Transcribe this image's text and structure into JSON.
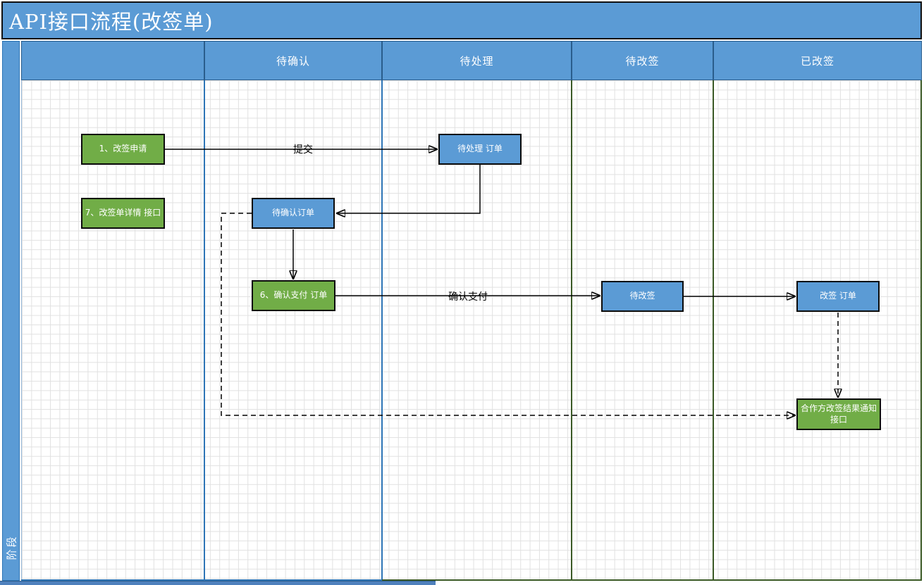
{
  "title": "API接口流程(改签单)",
  "phase_label": "阶段",
  "lanes": [
    {
      "label": ""
    },
    {
      "label": "待确认"
    },
    {
      "label": "待处理"
    },
    {
      "label": "待改签"
    },
    {
      "label": "已改签"
    }
  ],
  "nodes": [
    {
      "id": "rebook-request",
      "label": "1、改签申请",
      "type": "green"
    },
    {
      "id": "rebook-detail-api",
      "label": "7、改签单详情 接口",
      "type": "green"
    },
    {
      "id": "order-to-confirm",
      "label": "待确认订单",
      "type": "blue"
    },
    {
      "id": "order-pending",
      "label": "待处理 订单",
      "type": "blue"
    },
    {
      "id": "confirm-pay-order",
      "label": "6、确认支付 订单",
      "type": "green"
    },
    {
      "id": "rebook-waiting",
      "label": "待改签",
      "type": "blue"
    },
    {
      "id": "rebook-order",
      "label": "改签 订单",
      "type": "blue"
    },
    {
      "id": "partner-notify-api",
      "label": "合作方改签结果通知接口",
      "type": "green"
    }
  ],
  "edges": [
    {
      "from": "rebook-request",
      "to": "order-pending",
      "label": "提交",
      "style": "solid"
    },
    {
      "from": "order-pending",
      "to": "order-to-confirm",
      "label": "",
      "style": "solid"
    },
    {
      "from": "order-to-confirm",
      "to": "confirm-pay-order",
      "label": "",
      "style": "solid"
    },
    {
      "from": "confirm-pay-order",
      "to": "rebook-waiting",
      "label": "确认支付",
      "style": "solid"
    },
    {
      "from": "rebook-waiting",
      "to": "rebook-order",
      "label": "",
      "style": "solid"
    },
    {
      "from": "order-to-confirm",
      "to": "partner-notify-api",
      "label": "",
      "style": "dashed"
    },
    {
      "from": "rebook-order",
      "to": "partner-notify-api",
      "label": "",
      "style": "dashed"
    }
  ],
  "colors": {
    "band_blue": "#5b9bd5",
    "divider_blue": "#2e75b6",
    "divider_green": "#3b5a26",
    "node_green": "#71ad47",
    "node_blue": "#5b9bd5"
  }
}
